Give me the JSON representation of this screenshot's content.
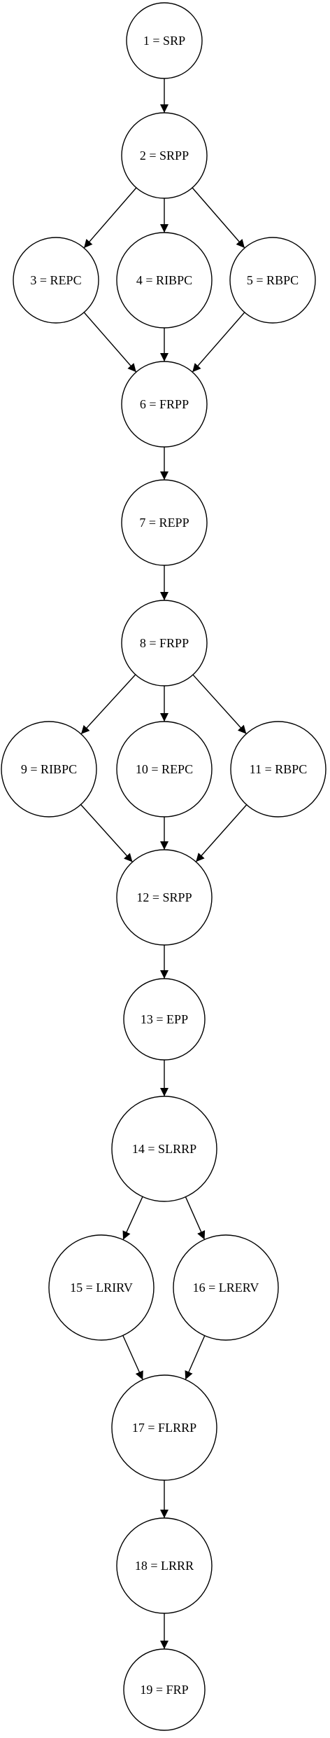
{
  "nodes": [
    {
      "id": 1,
      "label": "1 = SRP"
    },
    {
      "id": 2,
      "label": "2 = SRPP"
    },
    {
      "id": 3,
      "label": "3 = REPC"
    },
    {
      "id": 4,
      "label": "4 = RIBPC"
    },
    {
      "id": 5,
      "label": "5 = RBPC"
    },
    {
      "id": 6,
      "label": "6 = FRPP"
    },
    {
      "id": 7,
      "label": "7 = REPP"
    },
    {
      "id": 8,
      "label": "8 = FRPP"
    },
    {
      "id": 9,
      "label": "9 = RIBPC"
    },
    {
      "id": 10,
      "label": "10 = REPC"
    },
    {
      "id": 11,
      "label": "11 = RBPC"
    },
    {
      "id": 12,
      "label": "12 = SRPP"
    },
    {
      "id": 13,
      "label": "13 = EPP"
    },
    {
      "id": 14,
      "label": "14 = SLRRP"
    },
    {
      "id": 15,
      "label": "15 = LRIRV"
    },
    {
      "id": 16,
      "label": "16 = LRERV"
    },
    {
      "id": 17,
      "label": "17 = FLRRP"
    },
    {
      "id": 18,
      "label": "18 = LRRR"
    },
    {
      "id": 19,
      "label": "19 = FRP"
    }
  ],
  "edges": [
    [
      1,
      2
    ],
    [
      2,
      3
    ],
    [
      2,
      4
    ],
    [
      2,
      5
    ],
    [
      3,
      6
    ],
    [
      4,
      6
    ],
    [
      5,
      6
    ],
    [
      6,
      7
    ],
    [
      7,
      8
    ],
    [
      8,
      9
    ],
    [
      8,
      10
    ],
    [
      8,
      11
    ],
    [
      9,
      12
    ],
    [
      10,
      12
    ],
    [
      11,
      12
    ],
    [
      12,
      13
    ],
    [
      13,
      14
    ],
    [
      14,
      15
    ],
    [
      14,
      16
    ],
    [
      15,
      17
    ],
    [
      16,
      17
    ],
    [
      17,
      18
    ],
    [
      18,
      19
    ]
  ]
}
